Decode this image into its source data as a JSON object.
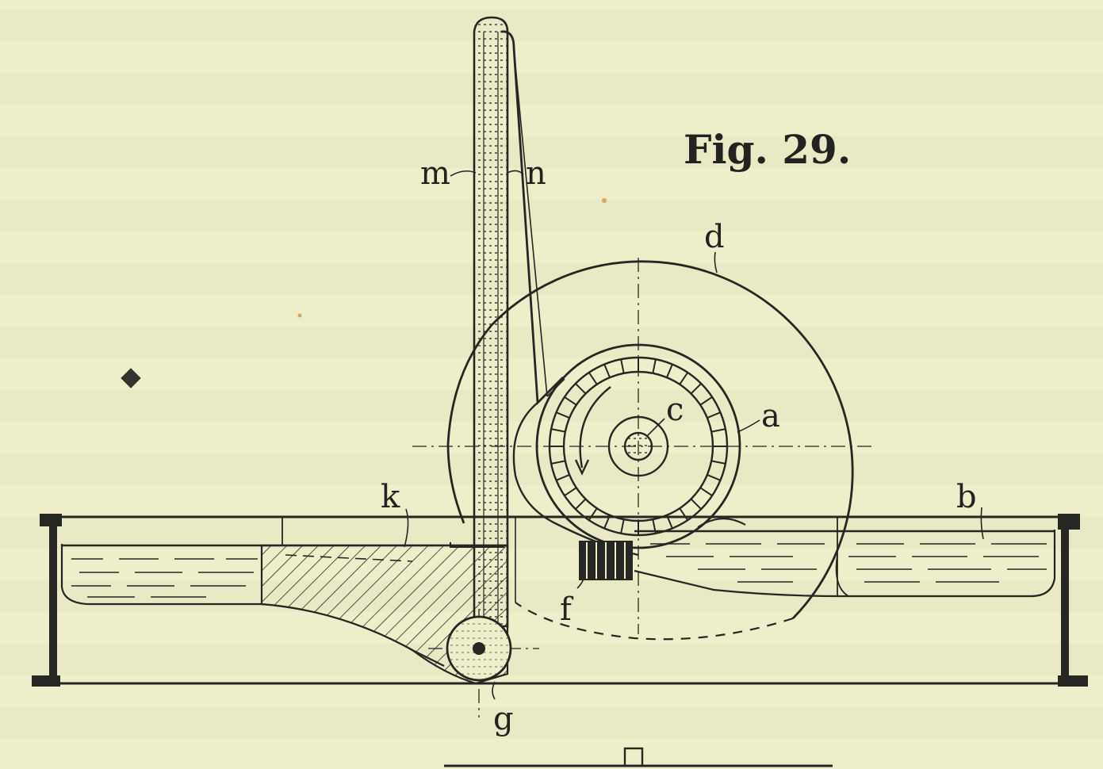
{
  "figure": {
    "title": "Fig. 29.",
    "labels": {
      "m": "m",
      "n": "n",
      "d": "d",
      "c": "c",
      "a": "a",
      "k": "k",
      "b": "b",
      "f": "f",
      "g": "g"
    }
  },
  "colors": {
    "paper": "#eeeecb",
    "ink": "#262622",
    "bleed_through": "#d9d9b3"
  }
}
